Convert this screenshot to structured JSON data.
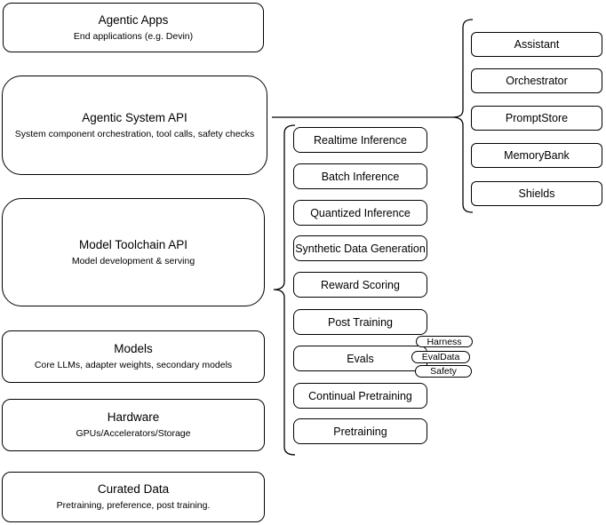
{
  "diagram": {
    "left_column": [
      {
        "title": "Agentic Apps",
        "subtitle": "End applications (e.g. Devin)"
      },
      {
        "title": "Agentic System API",
        "subtitle": "System component orchestration, tool calls, safety checks"
      },
      {
        "title": "Model Toolchain API",
        "subtitle": "Model development & serving"
      },
      {
        "title": "Models",
        "subtitle": "Core LLMs, adapter weights, secondary models"
      },
      {
        "title": "Hardware",
        "subtitle": "GPUs/Accelerators/Storage"
      },
      {
        "title": "Curated Data",
        "subtitle": "Pretraining, preference, post training."
      }
    ],
    "toolchain_items": [
      "Realtime Inference",
      "Batch Inference",
      "Quantized Inference",
      "Synthetic Data Generation",
      "Reward Scoring",
      "Post Training",
      "Evals",
      "Continual Pretraining",
      "Pretraining"
    ],
    "eval_tags": [
      "Harness",
      "EvalData",
      "Safety"
    ],
    "system_components": [
      "Assistant",
      "Orchestrator",
      "PromptStore",
      "MemoryBank",
      "Shields"
    ],
    "colors": {
      "stroke": "#000000",
      "fill": "#ffffff",
      "text": "#000000"
    }
  }
}
